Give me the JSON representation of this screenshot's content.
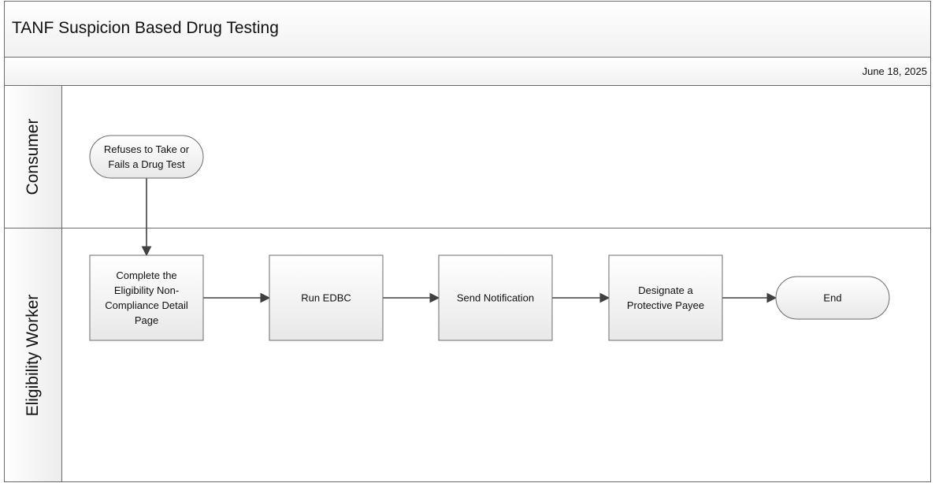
{
  "header": {
    "title": "TANF Suspicion Based Drug Testing",
    "date": "June 18, 2025"
  },
  "lanes": [
    {
      "id": "consumer",
      "label": "Consumer"
    },
    {
      "id": "eligibility-worker",
      "label": "Eligibility Worker"
    }
  ],
  "nodes": [
    {
      "id": "start",
      "shape": "terminator",
      "lane": "consumer",
      "lines": [
        "Refuses to Take or",
        "Fails a Drug Test"
      ]
    },
    {
      "id": "complete-page",
      "shape": "process",
      "lane": "eligibility-worker",
      "lines": [
        "Complete the",
        "Eligibility Non-",
        "Compliance Detail",
        "Page"
      ]
    },
    {
      "id": "run-edbc",
      "shape": "process",
      "lane": "eligibility-worker",
      "lines": [
        "Run EDBC"
      ]
    },
    {
      "id": "send-notification",
      "shape": "process",
      "lane": "eligibility-worker",
      "lines": [
        "Send Notification"
      ]
    },
    {
      "id": "designate-payee",
      "shape": "process",
      "lane": "eligibility-worker",
      "lines": [
        "Designate a",
        "Protective Payee"
      ]
    },
    {
      "id": "end",
      "shape": "terminator",
      "lane": "eligibility-worker",
      "lines": [
        "End"
      ]
    }
  ],
  "edges": [
    {
      "from": "start",
      "to": "complete-page"
    },
    {
      "from": "complete-page",
      "to": "run-edbc"
    },
    {
      "from": "run-edbc",
      "to": "send-notification"
    },
    {
      "from": "send-notification",
      "to": "designate-payee"
    },
    {
      "from": "designate-payee",
      "to": "end"
    }
  ],
  "colors": {
    "line": "#404040",
    "border": "#6b6b6b",
    "node_fill_top": "#ffffff",
    "node_fill_bottom": "#e8e8e8"
  }
}
